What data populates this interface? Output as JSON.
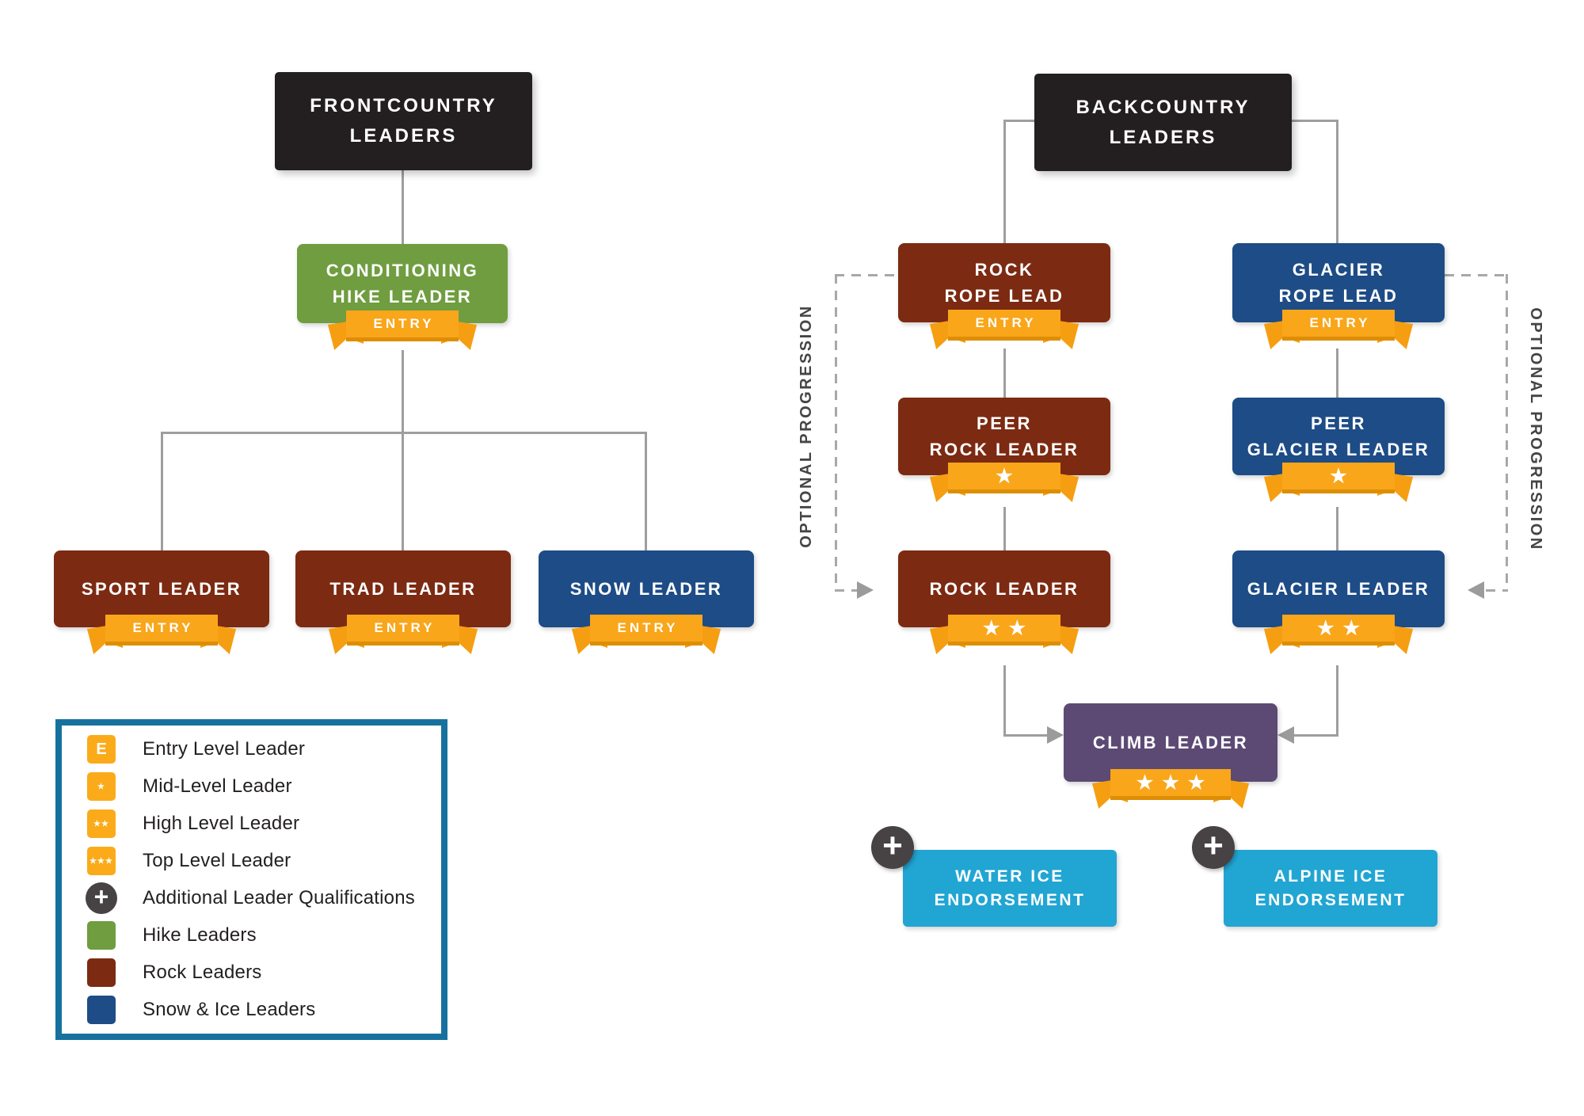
{
  "frontcountry": {
    "title_line1": "FRONTCOUNTRY",
    "title_line2": "LEADERS",
    "conditioning": {
      "line1": "CONDITIONING",
      "line2": "HIKE LEADER",
      "badge": "ENTRY"
    },
    "sport": {
      "label": "SPORT LEADER",
      "badge": "ENTRY"
    },
    "trad": {
      "label": "TRAD LEADER",
      "badge": "ENTRY"
    },
    "snow": {
      "label": "SNOW LEADER",
      "badge": "ENTRY"
    }
  },
  "backcountry": {
    "title_line1": "BACKCOUNTRY",
    "title_line2": "LEADERS",
    "rock_rope_lead": {
      "line1": "ROCK",
      "line2": "ROPE LEAD",
      "badge": "ENTRY"
    },
    "peer_rock_leader": {
      "line1": "PEER",
      "line2": "ROCK LEADER",
      "badge": "★"
    },
    "rock_leader": {
      "label": "ROCK LEADER",
      "badge": "★★"
    },
    "glacier_rope_lead": {
      "line1": "GLACIER",
      "line2": "ROPE LEAD",
      "badge": "ENTRY"
    },
    "peer_glacier_leader": {
      "line1": "PEER",
      "line2": "GLACIER LEADER",
      "badge": "★"
    },
    "glacier_leader": {
      "label": "GLACIER LEADER",
      "badge": "★★"
    },
    "climb_leader": {
      "label": "CLIMB LEADER",
      "badge": "★★★"
    },
    "water_ice": {
      "line1": "WATER ICE",
      "line2": "ENDORSEMENT",
      "plus": "+"
    },
    "alpine_ice": {
      "line1": "ALPINE ICE",
      "line2": "ENDORSEMENT",
      "plus": "+"
    },
    "optional_left": "OPTIONAL PROGRESSION",
    "optional_right": "OPTIONAL PROGRESSION"
  },
  "legend": {
    "items": [
      {
        "icon": "E",
        "label": "Entry Level Leader"
      },
      {
        "icon": "★",
        "label": "Mid-Level Leader"
      },
      {
        "icon": "★★",
        "label": "High Level Leader"
      },
      {
        "icon": "★★★",
        "label": "Top Level Leader"
      },
      {
        "icon": "+",
        "label": "Additional Leader Qualifications"
      },
      {
        "icon": "",
        "label": "Hike Leaders"
      },
      {
        "icon": "",
        "label": "Rock Leaders"
      },
      {
        "icon": "",
        "label": "Snow & Ice Leaders"
      }
    ]
  },
  "colors": {
    "black_box": "#231f20",
    "hike_green": "#6f9d40",
    "rock_maroon": "#7c2a12",
    "snow_navy": "#1d4c86",
    "climb_purple": "#5c4a75",
    "endorsement_cyan": "#21a5d3",
    "ribbon_orange": "#f9a61b",
    "ribbon_fold": "#de8e04",
    "legend_yellow": "#fbab19",
    "legend_border_teal": "#17719e",
    "connector_gray": "#9e9e9e",
    "plus_dark": "#474344"
  }
}
